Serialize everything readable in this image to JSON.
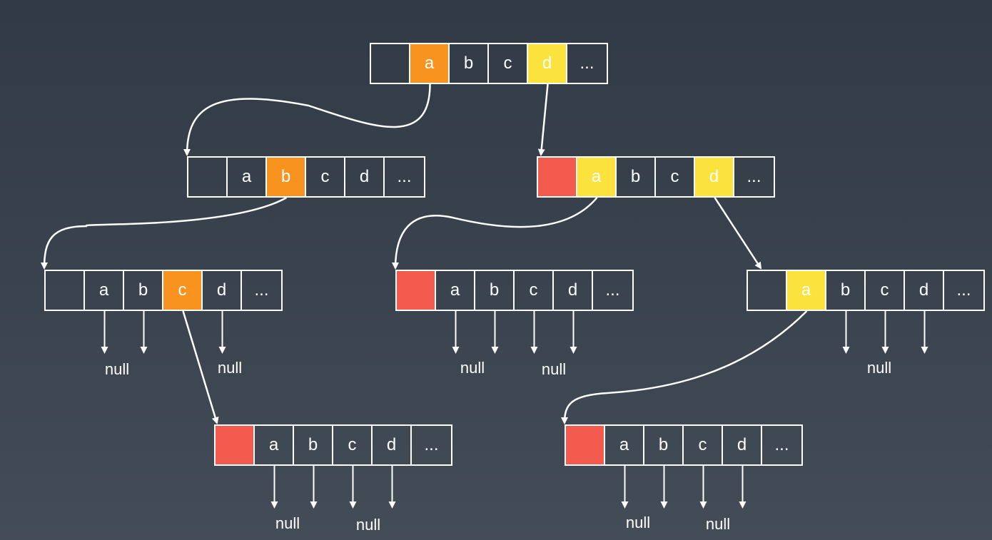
{
  "diagram": {
    "colors": {
      "background": "#3a434e",
      "line": "#ffffff",
      "orange": "#f7931e",
      "yellow": "#fbe23c",
      "red": "#f45b4f"
    },
    "nodes": [
      {
        "id": "n1",
        "cells": [
          {
            "label": "",
            "color": ""
          },
          {
            "label": "a",
            "color": "orange"
          },
          {
            "label": "b",
            "color": ""
          },
          {
            "label": "c",
            "color": ""
          },
          {
            "label": "d",
            "color": "yellow"
          },
          {
            "label": "...",
            "color": ""
          }
        ]
      },
      {
        "id": "n2",
        "cells": [
          {
            "label": "",
            "color": ""
          },
          {
            "label": "a",
            "color": ""
          },
          {
            "label": "b",
            "color": "orange"
          },
          {
            "label": "c",
            "color": ""
          },
          {
            "label": "d",
            "color": ""
          },
          {
            "label": "...",
            "color": ""
          }
        ]
      },
      {
        "id": "n3",
        "cells": [
          {
            "label": "",
            "color": "red"
          },
          {
            "label": "a",
            "color": "yellow"
          },
          {
            "label": "b",
            "color": ""
          },
          {
            "label": "c",
            "color": ""
          },
          {
            "label": "d",
            "color": "yellow"
          },
          {
            "label": "...",
            "color": ""
          }
        ]
      },
      {
        "id": "n4",
        "cells": [
          {
            "label": "",
            "color": ""
          },
          {
            "label": "a",
            "color": ""
          },
          {
            "label": "b",
            "color": ""
          },
          {
            "label": "c",
            "color": "orange"
          },
          {
            "label": "d",
            "color": ""
          },
          {
            "label": "...",
            "color": ""
          }
        ]
      },
      {
        "id": "n5",
        "cells": [
          {
            "label": "",
            "color": "red"
          },
          {
            "label": "a",
            "color": ""
          },
          {
            "label": "b",
            "color": ""
          },
          {
            "label": "c",
            "color": ""
          },
          {
            "label": "d",
            "color": ""
          },
          {
            "label": "...",
            "color": ""
          }
        ]
      },
      {
        "id": "n6",
        "cells": [
          {
            "label": "",
            "color": ""
          },
          {
            "label": "a",
            "color": "yellow"
          },
          {
            "label": "b",
            "color": ""
          },
          {
            "label": "c",
            "color": ""
          },
          {
            "label": "d",
            "color": ""
          },
          {
            "label": "...",
            "color": ""
          }
        ]
      },
      {
        "id": "n7",
        "cells": [
          {
            "label": "",
            "color": "red"
          },
          {
            "label": "a",
            "color": ""
          },
          {
            "label": "b",
            "color": ""
          },
          {
            "label": "c",
            "color": ""
          },
          {
            "label": "d",
            "color": ""
          },
          {
            "label": "...",
            "color": ""
          }
        ]
      },
      {
        "id": "n8",
        "cells": [
          {
            "label": "",
            "color": "red"
          },
          {
            "label": "a",
            "color": ""
          },
          {
            "label": "b",
            "color": ""
          },
          {
            "label": "c",
            "color": ""
          },
          {
            "label": "d",
            "color": ""
          },
          {
            "label": "...",
            "color": ""
          }
        ]
      }
    ],
    "edges": [
      {
        "from": "n1",
        "cell": "a",
        "to": "n2"
      },
      {
        "from": "n1",
        "cell": "d",
        "to": "n3"
      },
      {
        "from": "n2",
        "cell": "b",
        "to": "n4"
      },
      {
        "from": "n3",
        "cell": "a",
        "to": "n5"
      },
      {
        "from": "n3",
        "cell": "d",
        "to": "n6"
      },
      {
        "from": "n4",
        "cell": "c",
        "to": "n7"
      },
      {
        "from": "n6",
        "cell": "a",
        "to": "n8"
      }
    ],
    "null_text": "null"
  }
}
